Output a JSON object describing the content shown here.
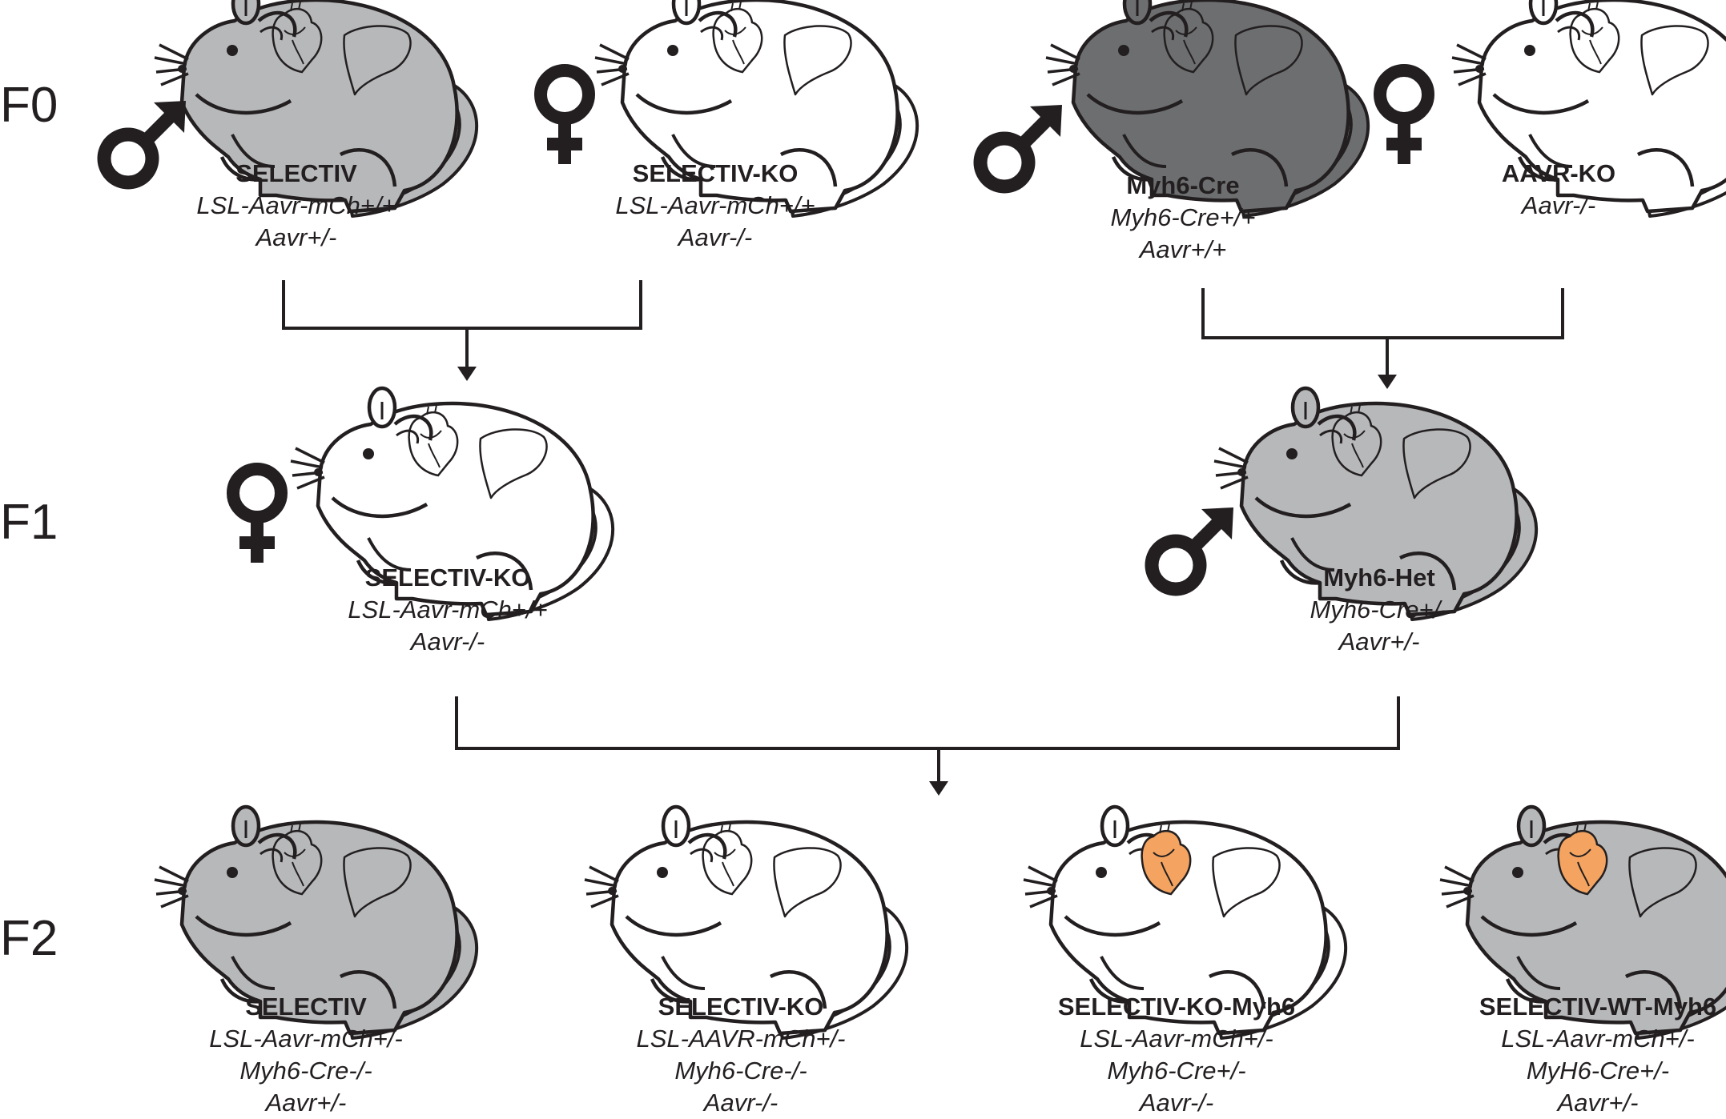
{
  "generations": [
    "F0",
    "F1",
    "F2"
  ],
  "colors": {
    "outline": "#231f20",
    "wt_gray": "#b7b8ba",
    "dark_gray": "#6d6e70",
    "white": "#ffffff",
    "heart_orange": "#f4a460"
  },
  "f0": [
    {
      "name": "SELECTIV",
      "genotype": [
        "LSL-Aavr-mCh+/+",
        "Aavr+/-"
      ],
      "sex": "male",
      "coat": "wt_gray",
      "heart": "plain"
    },
    {
      "name": "SELECTIV-KO",
      "genotype": [
        "LSL-Aavr-mCh+/+",
        "Aavr-/-"
      ],
      "sex": "female",
      "coat": "white",
      "heart": "plain"
    },
    {
      "name": "Myh6-Cre",
      "genotype": [
        "Myh6-Cre+/+",
        "Aavr+/+"
      ],
      "sex": "male",
      "coat": "dark_gray",
      "heart": "plain"
    },
    {
      "name": "AAVR-KO",
      "genotype": [
        "Aavr-/-"
      ],
      "sex": "female",
      "coat": "white",
      "heart": "plain"
    }
  ],
  "f1": [
    {
      "name": "SELECTIV-KO",
      "genotype": [
        "LSL-Aavr-mCh+/+",
        "Aavr-/-"
      ],
      "sex": "female",
      "coat": "white",
      "heart": "plain"
    },
    {
      "name": "Myh6-Het",
      "genotype": [
        "Myh6-Cre+/-",
        "Aavr+/-"
      ],
      "sex": "male",
      "coat": "wt_gray",
      "heart": "plain"
    }
  ],
  "f2": [
    {
      "name": "SELECTIV",
      "genotype": [
        "LSL-Aavr-mCh+/-",
        "Myh6-Cre-/-",
        "Aavr+/-"
      ],
      "coat": "wt_gray",
      "heart": "plain"
    },
    {
      "name": "SELECTIV-KO",
      "genotype": [
        "LSL-AAVR-mCh+/-",
        "Myh6-Cre-/-",
        "Aavr-/-"
      ],
      "coat": "white",
      "heart": "plain"
    },
    {
      "name": "SELECTIV-KO-Myh6",
      "genotype": [
        "LSL-Aavr-mCh+/-",
        "Myh6-Cre+/-",
        "Aavr-/-"
      ],
      "coat": "white",
      "heart": "orange"
    },
    {
      "name": "SELECTIV-WT-Myh6",
      "genotype": [
        "LSL-Aavr-mCh+/-",
        "MyH6-Cre+/-",
        "Aavr+/-"
      ],
      "coat": "wt_gray",
      "heart": "orange"
    }
  ]
}
